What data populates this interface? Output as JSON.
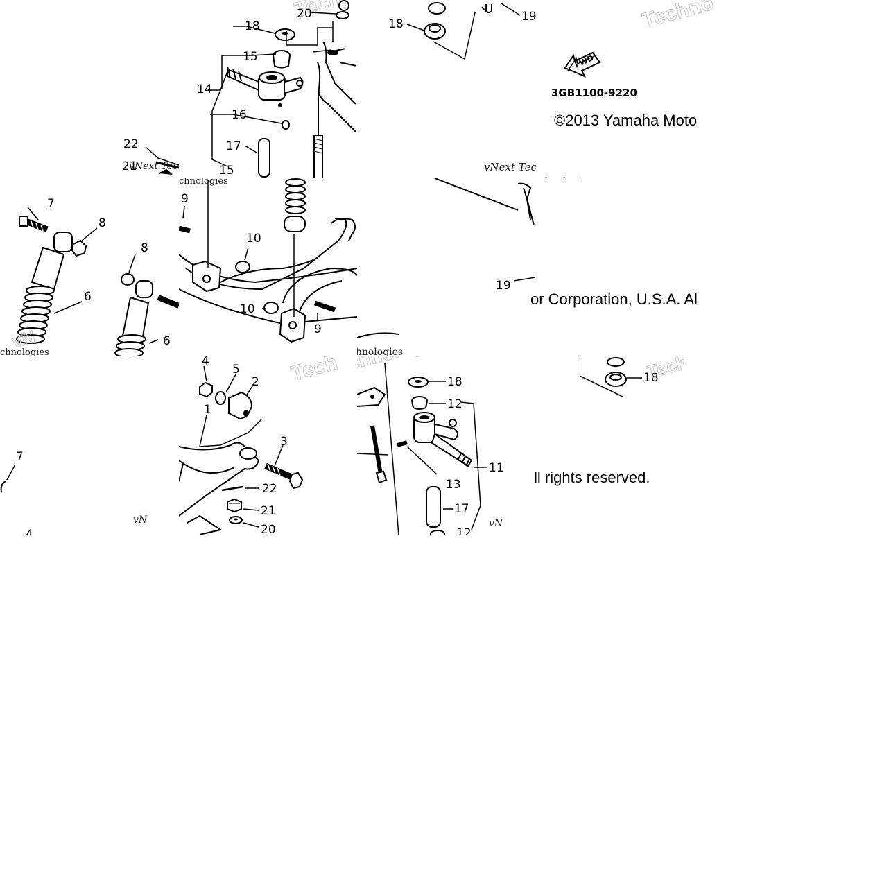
{
  "diagram": {
    "part_code": "3GB1100-9220",
    "fwd_label": "FWD",
    "copyright_line_1": "©2013 Yamaha Moto",
    "copyright_line_2": "or Corporation, U.S.A. Al",
    "copyright_line_3": "ll rights reserved.",
    "watermarks": {
      "brand_a": "vNext Tec",
      "brand_b": "vNext Technologies",
      "brand_c": "Techno",
      "brand_d": "chnologies",
      "brand_e": "Tech",
      "brand_f": "vN"
    },
    "callouts": {
      "c1": "1",
      "c2": "2",
      "c3": "3",
      "c4": "4",
      "c5": "5",
      "c6": "6",
      "c7": "7",
      "c8": "8",
      "c9": "9",
      "c10": "10",
      "c11": "11",
      "c12": "12",
      "c13": "13",
      "c14": "14",
      "c15": "15",
      "c16": "16",
      "c17": "17",
      "c18": "18",
      "c19": "19",
      "c20": "20",
      "c21": "21",
      "c22": "22"
    }
  }
}
